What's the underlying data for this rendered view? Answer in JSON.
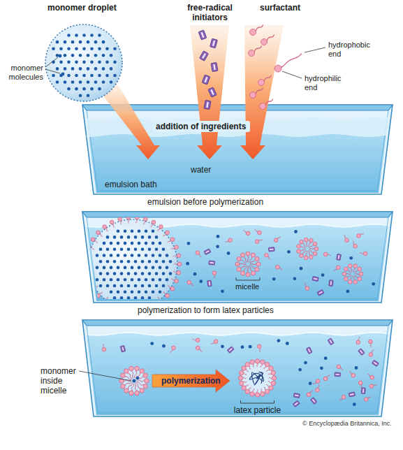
{
  "diagram": {
    "nodes": [
      {
        "text": [
          "monomer inside micelle"
        ]
      },
      {
        "text": [
          "latex particle"
        ]
      }
    ],
    "edges": [
      {
        "from": 0,
        "to": 1,
        "label": "polymerization",
        "arrow": "to"
      }
    ],
    "labels": [
      "monomer droplet",
      "monomer molecules",
      "free-radical initiators",
      "surfactant",
      "hydrophobic end",
      "hydrophilic end",
      "addition of ingredients",
      "water",
      "emulsion bath",
      "emulsion before polymerization",
      "micelle",
      "polymerization to form latex particles",
      "© Encyclopædia Britannica, Inc."
    ]
  }
}
